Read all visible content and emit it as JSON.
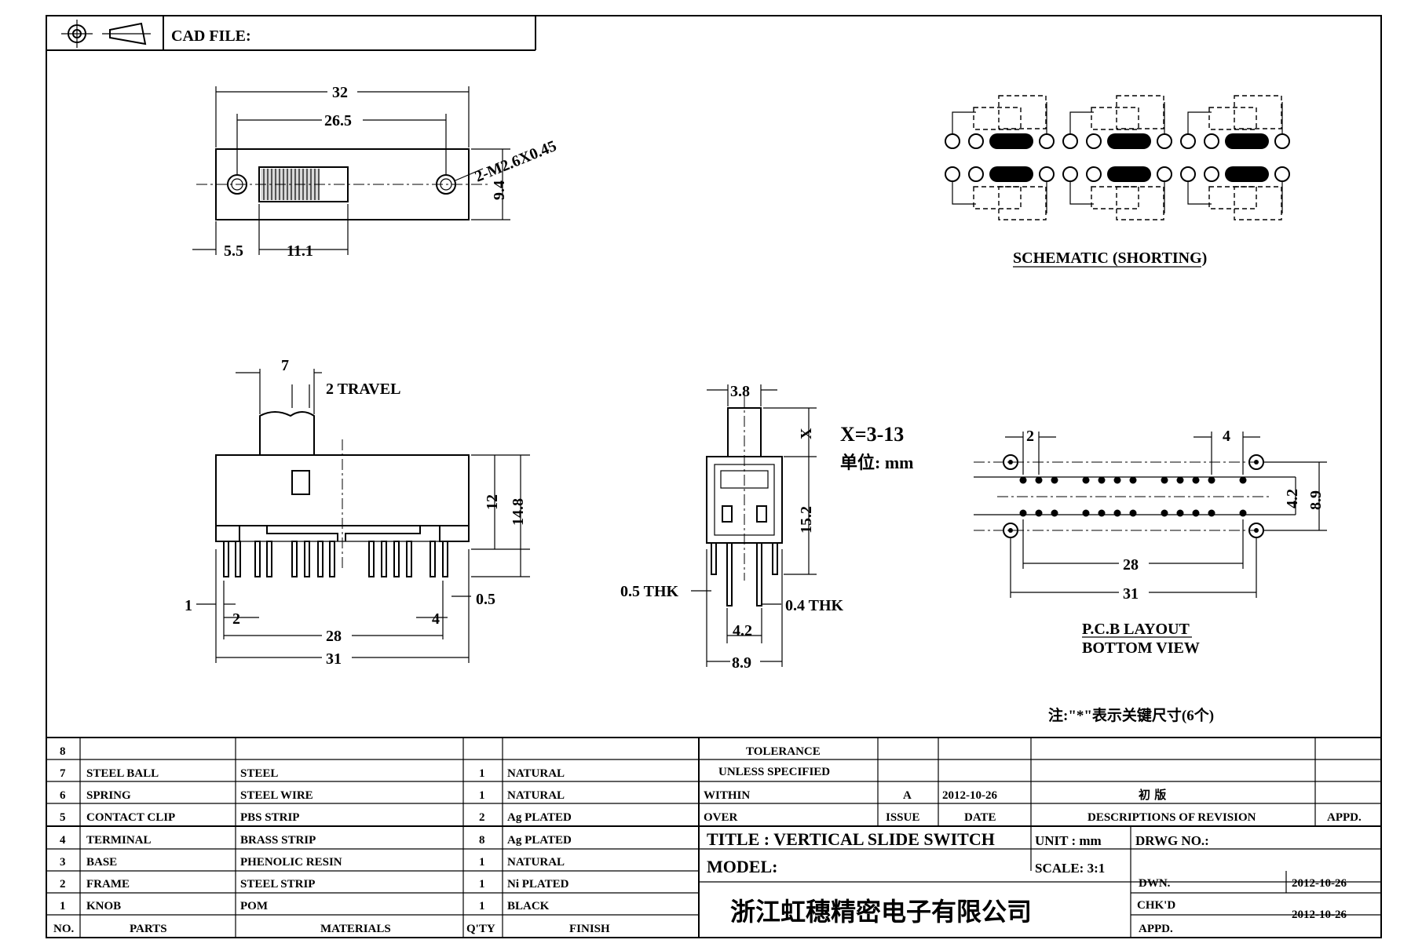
{
  "header": {
    "cad_file_label": "CAD FILE:"
  },
  "top_view": {
    "dim_overall": "32",
    "dim_holes": "26.5",
    "dim_screw": "2-M2.6X0.45",
    "dim_height": "9.4",
    "dim_left": "5.5",
    "dim_knob": "11.1"
  },
  "schematic": {
    "caption": "SCHEMATIC (SHORTING)"
  },
  "front_view": {
    "dim_knob_width": "7",
    "travel": "2 TRAVEL",
    "dim_body_height": "12",
    "dim_total_height": "14.8",
    "dim_pin": "1",
    "dim_pitch": "2",
    "dim_span": "4",
    "dim_thk": "0.5",
    "dim_28": "28",
    "dim_31": "31"
  },
  "side_view": {
    "dim_knob": "3.8",
    "x_label": "X",
    "dim_height": "15.2",
    "thk_left": "0.5 THK",
    "thk_right": "0.4 THK",
    "dim_42": "4.2",
    "dim_89": "8.9",
    "x_range": "X=3-13",
    "unit": "单位: mm"
  },
  "pcb": {
    "dim_2": "2",
    "dim_4": "4",
    "dim_42": "4.2",
    "dim_89": "8.9",
    "dim_28": "28",
    "dim_31": "31",
    "caption1": "P.C.B LAYOUT",
    "caption2": "BOTTOM VIEW"
  },
  "note": "注:\"*\"表示关键尺寸(6个)",
  "bom": {
    "rows": [
      {
        "no": "8",
        "part": "",
        "material": "",
        "qty": "",
        "finish": ""
      },
      {
        "no": "7",
        "part": "STEEL BALL",
        "material": "STEEL",
        "qty": "1",
        "finish": "NATURAL"
      },
      {
        "no": "6",
        "part": "SPRING",
        "material": "STEEL WIRE",
        "qty": "1",
        "finish": "NATURAL"
      },
      {
        "no": "5",
        "part": "CONTACT CLIP",
        "material": "PBS STRIP",
        "qty": "2",
        "finish": "Ag PLATED"
      },
      {
        "no": "4",
        "part": "TERMINAL",
        "material": "BRASS STRIP",
        "qty": "8",
        "finish": "Ag PLATED"
      },
      {
        "no": "3",
        "part": "BASE",
        "material": "PHENOLIC RESIN",
        "qty": "1",
        "finish": "NATURAL"
      },
      {
        "no": "2",
        "part": "FRAME",
        "material": "STEEL STRIP",
        "qty": "1",
        "finish": "Ni PLATED"
      },
      {
        "no": "1",
        "part": "KNOB",
        "material": "POM",
        "qty": "1",
        "finish": "BLACK"
      }
    ],
    "headers": {
      "no": "NO.",
      "part": "PARTS",
      "material": "MATERIALS",
      "qty": "Q'TY",
      "finish": "FINISH"
    }
  },
  "title_block": {
    "tolerance1": "TOLERANCE",
    "tolerance2": "UNLESS  SPECIFIED",
    "within": "WITHIN",
    "over": "OVER",
    "rev_issue": "A",
    "rev_date": "2012-10-26",
    "rev_desc": "初  版",
    "issue_label": "ISSUE",
    "date_label": "DATE",
    "desc_label": "DESCRIPTIONS OF REVISION",
    "appd_label": "APPD.",
    "title": "TITLE :  VERTICAL SLIDE SWITCH",
    "unit": "UNIT :  mm",
    "drwg_no": "DRWG NO.:",
    "model": "MODEL:",
    "scale": "SCALE:  3:1",
    "dwn": "DWN.",
    "dwn_date": "2012-10-26",
    "chkd": "CHK'D",
    "chkd_date": "2012-10-26",
    "appd2": "APPD.",
    "company": "浙江虹穗精密电子有限公司"
  }
}
